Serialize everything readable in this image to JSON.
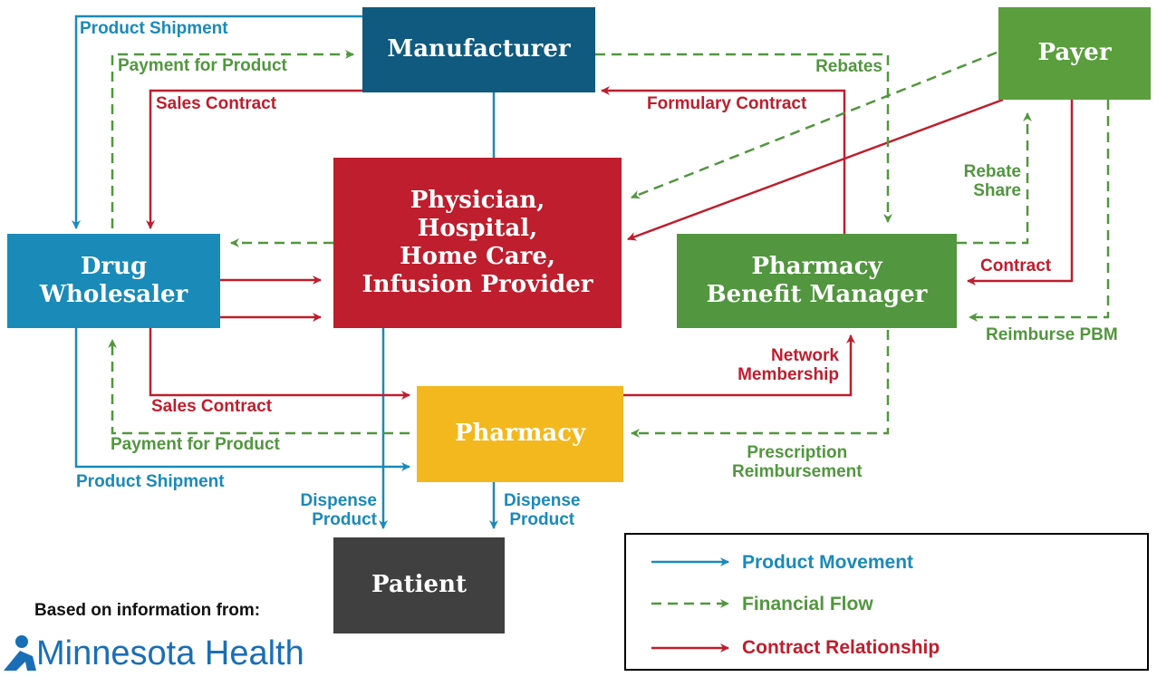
{
  "nodes": {
    "manufacturer": {
      "label": "Manufacturer",
      "color": "#0f5a7e"
    },
    "payer": {
      "label": "Payer",
      "color": "#5a9e3d"
    },
    "wholesaler": {
      "label": "Drug\nWholesaler",
      "color": "#1a8ab8"
    },
    "provider": {
      "label": "Physician,\nHospital,\nHome Care,\nInfusion Provider",
      "color": "#be1e2d"
    },
    "pbm": {
      "label": "Pharmacy\nBenefit Manager",
      "color": "#52963f"
    },
    "pharmacy": {
      "label": "Pharmacy",
      "color": "#f2b81e"
    },
    "patient": {
      "label": "Patient",
      "color": "#404040"
    }
  },
  "flows": {
    "product_shipment_top": "Product Shipment",
    "payment_for_product_top": "Payment for Product",
    "sales_contract_top": "Sales Contract",
    "rebates": "Rebates",
    "formulary_contract": "Formulary Contract",
    "rebate_share": "Rebate\nShare",
    "contract": "Contract",
    "reimburse_pbm": "Reimburse PBM",
    "network_membership": "Network\nMembership",
    "sales_contract_bottom": "Sales Contract",
    "payment_for_product_bottom": "Payment for Product",
    "product_shipment_bottom": "Product Shipment",
    "prescription_reimbursement": "Prescription\nReimbursement",
    "dispense_product_left": "Dispense\nProduct",
    "dispense_product_right": "Dispense\nProduct"
  },
  "legend": {
    "product_movement": "Product Movement",
    "financial_flow": "Financial Flow",
    "contract_relationship": "Contract Relationship"
  },
  "colors": {
    "product": "#1a8ab8",
    "financial": "#52963f",
    "contract": "#be1e2d"
  },
  "source": {
    "caption": "Based on information from:",
    "logo_text": "Minnesota Health"
  }
}
